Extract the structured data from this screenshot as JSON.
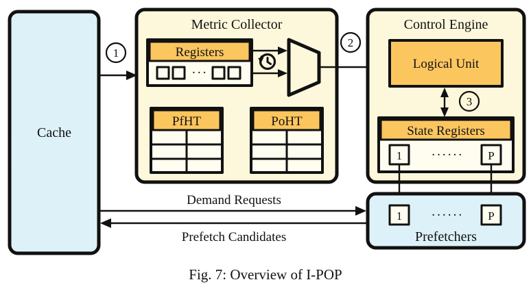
{
  "figure": {
    "caption": "Fig. 7: Overview of I-POP",
    "colors": {
      "panel_cream": "#fdf8dc",
      "block_blue": "#ddf1f8",
      "header_orange": "#fcc65f",
      "cell_white": "#fffdf0",
      "outline": "#111111"
    }
  },
  "cache": {
    "label": "Cache"
  },
  "metric_collector": {
    "title": "Metric Collector",
    "registers": {
      "title": "Registers",
      "slots": [
        "",
        "",
        "",
        ""
      ],
      "ellipsis": "···"
    },
    "history_icon": "clock-history-icon",
    "mux": "multiplexer-icon",
    "tables": [
      {
        "title": "PfHT",
        "rows": [
          [
            "",
            ""
          ],
          [
            "",
            ""
          ],
          [
            "",
            ""
          ]
        ]
      },
      {
        "title": "PoHT",
        "rows": [
          [
            "",
            ""
          ],
          [
            "",
            ""
          ],
          [
            "",
            ""
          ]
        ]
      }
    ]
  },
  "control_engine": {
    "title": "Control Engine",
    "logical_unit": {
      "label": "Logical Unit"
    },
    "state_registers": {
      "title": "State Registers",
      "first": "1",
      "last": "P",
      "ellipsis": "······"
    }
  },
  "prefetchers": {
    "label": "Prefetchers",
    "first": "1",
    "last": "P",
    "ellipsis": "······"
  },
  "flows": {
    "demand_requests": "Demand Requests",
    "prefetch_candidates": "Prefetch Candidates"
  },
  "markers": {
    "one": "1",
    "two": "2",
    "three": "3"
  }
}
